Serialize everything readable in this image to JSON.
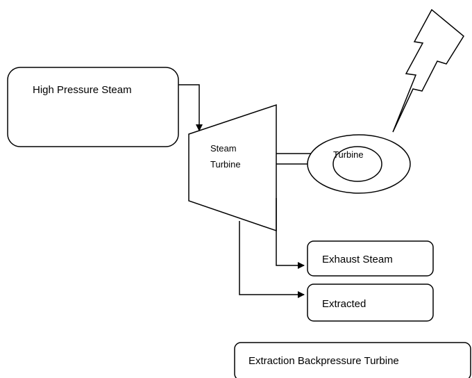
{
  "nodes": {
    "high_pressure_steam": "High Pressure Steam",
    "steam_turbine_line1": "Steam",
    "steam_turbine_line2": "Turbine",
    "generator_label": "Turbine",
    "exhaust_steam": "Exhaust Steam",
    "extracted": "Extracted",
    "caption": "Extraction Backpressure Turbine"
  },
  "icons": {
    "power_output": "lightning-bolt-icon"
  },
  "colors": {
    "stroke": "#000000",
    "background": "#ffffff"
  }
}
